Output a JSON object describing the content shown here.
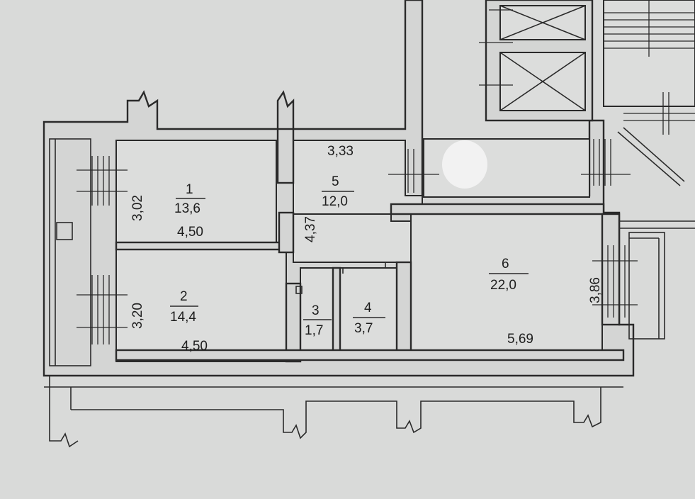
{
  "rooms": [
    {
      "number": "1",
      "area": "13,6"
    },
    {
      "number": "2",
      "area": "14,4"
    },
    {
      "number": "3",
      "area": "1,7"
    },
    {
      "number": "4",
      "area": "3,7"
    },
    {
      "number": "5",
      "area": "12,0"
    },
    {
      "number": "6",
      "area": "22,0"
    }
  ],
  "dimensions": {
    "room1_height": "3,02",
    "room1_width": "4,50",
    "room2_height": "3,20",
    "room2_width": "4,50",
    "room5_width": "3,33",
    "room5_height": "4,37",
    "room6_width": "5,69",
    "room6_height": "3,86"
  },
  "colors": {
    "background": "#d9dad9",
    "wall_fill": "#d4d5d4",
    "line": "#2a2a2a",
    "text": "#1e1e1e"
  }
}
